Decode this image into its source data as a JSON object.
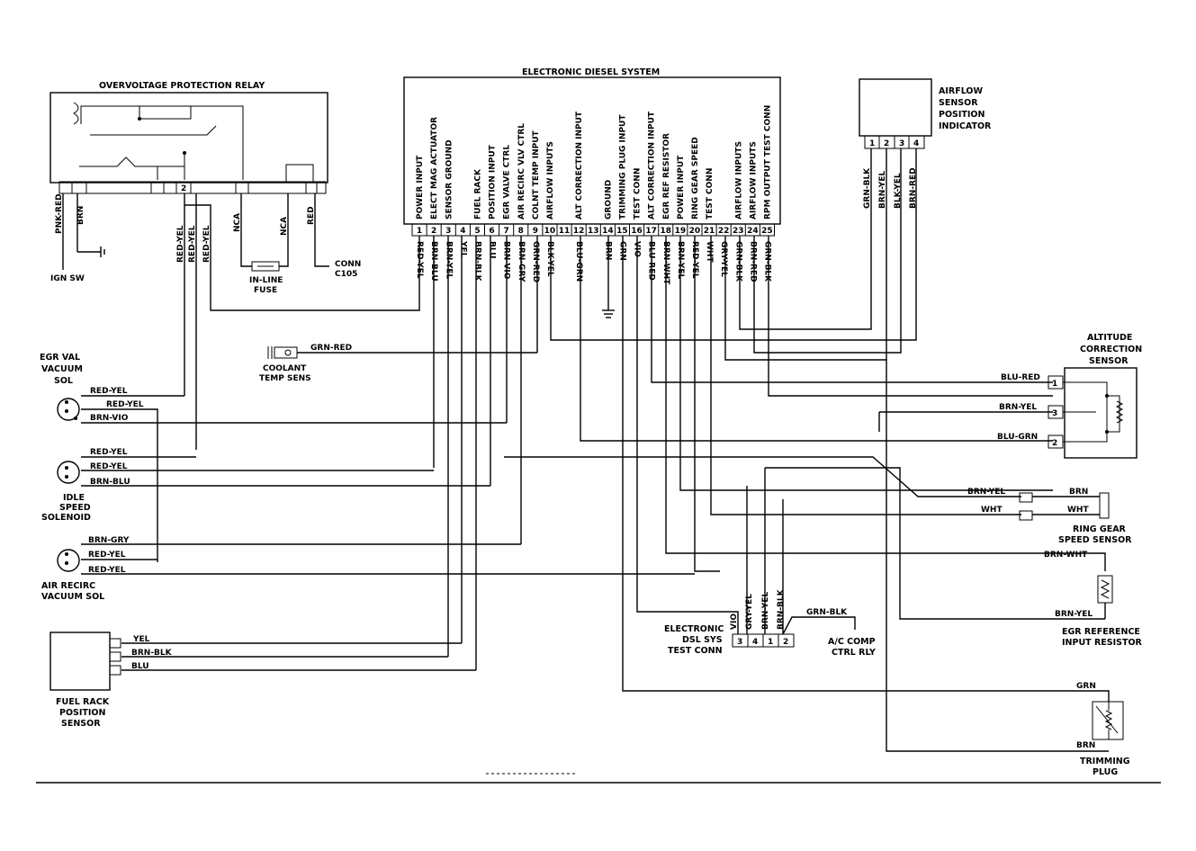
{
  "ovp": {
    "title": "OVERVOLTAGE PROTECTION RELAY",
    "pin2": "2",
    "wire_labels": [
      "PNK-RED",
      "BRN",
      "RED-YEL",
      "RED-YEL",
      "RED-YEL",
      "NCA",
      "NCA",
      "RED"
    ]
  },
  "ign": "IGN SW",
  "fuse": [
    "IN-LINE",
    "FUSE"
  ],
  "conn": [
    "CONN",
    "C105"
  ],
  "eds": {
    "title": "ELECTRONIC DIESEL SYSTEM",
    "functions": [
      "POWER INPUT",
      "ELECT MAG ACTUATOR",
      "SENSOR GROUND",
      "",
      "FUEL RACK",
      "POSITION INPUT",
      "EGR VALVE CTRL",
      "AIR RECIRC VLV CTRL",
      "COLNT TEMP INPUT",
      "AIRFLOW INPUTS",
      "",
      "ALT CORRECTION INPUT",
      "",
      "GROUND",
      "TRIMMING PLUG INPUT",
      "TEST CONN",
      "ALT CORRECTION INPUT",
      "EGR REF RESISTOR",
      "POWER INPUT",
      "RING GEAR SPEED",
      "TEST CONN",
      "",
      "AIRFLOW INPUTS",
      "AIRFLOW INPUTS",
      "RPM OUTPUT TEST CONN"
    ],
    "pins": [
      "1",
      "2",
      "3",
      "4",
      "5",
      "6",
      "7",
      "8",
      "9",
      "10",
      "11",
      "12",
      "13",
      "14",
      "15",
      "16",
      "17",
      "18",
      "19",
      "20",
      "21",
      "22",
      "23",
      "24",
      "25"
    ],
    "wires": [
      "RED-YEL",
      "BRN-BLU",
      "BRN-YEL",
      "YEL",
      "BRN-BLK",
      "BLU",
      "BRN-VIO",
      "BRN-GRY",
      "GRN-RED",
      "BLK-YEL",
      "",
      "BLU-GRN",
      "",
      "BRN",
      "GRN",
      "VIO",
      "BLU-RED",
      "BRN-WHT",
      "BRN-YEL",
      "RED-YEL",
      "WHT",
      "GRY-YEL",
      "GRN-BLK",
      "BRN-RED",
      "GRN-BLK"
    ]
  },
  "airflow": {
    "title": [
      "AIRFLOW",
      "SENSOR",
      "POSITION",
      "INDICATOR"
    ],
    "pins": [
      "1",
      "2",
      "3",
      "4"
    ],
    "wires": [
      "GRN-BLK",
      "BRN-YEL",
      "BLK-YEL",
      "BRN-RED"
    ]
  },
  "coolant": {
    "label": [
      "COOLANT",
      "TEMP SENS"
    ],
    "wire": "GRN-RED"
  },
  "egr": {
    "label": [
      "EGR VAL",
      "VACUUM",
      "SOL"
    ],
    "wires": [
      "RED-YEL",
      "RED-YEL",
      "BRN-VIO"
    ]
  },
  "idle": {
    "label": [
      "IDLE",
      "SPEED",
      "SOLENOID"
    ],
    "wires": [
      "RED-YEL",
      "RED-YEL",
      "BRN-BLU"
    ]
  },
  "recirc": {
    "label": [
      "AIR RECIRC",
      "VACUUM SOL"
    ],
    "wires": [
      "BRN-GRY",
      "RED-YEL",
      "RED-YEL"
    ]
  },
  "rack": {
    "label": [
      "FUEL RACK",
      "POSITION",
      "SENSOR"
    ],
    "wires": [
      "YEL",
      "BRN-BLK",
      "BLU"
    ]
  },
  "altitude": {
    "title": [
      "ALTITUDE",
      "CORRECTION",
      "SENSOR"
    ],
    "pins": [
      "1",
      "3",
      "2"
    ],
    "wires": [
      "BLU-RED",
      "BRN-YEL",
      "BLU-GRN"
    ]
  },
  "ring": {
    "title": [
      "RING GEAR",
      "SPEED SENSOR"
    ],
    "wires_left": [
      "BRN-YEL",
      "WHT"
    ],
    "wires_right": [
      "BRN",
      "WHT"
    ]
  },
  "egrref": {
    "title": [
      "EGR REFERENCE",
      "INPUT RESISTOR"
    ],
    "wires": [
      "BRN-WHT",
      "BRN-YEL"
    ]
  },
  "testconn": {
    "title": [
      "ELECTRONIC",
      "DSL SYS",
      "TEST CONN"
    ],
    "pins": [
      "3",
      "4",
      "1",
      "2"
    ],
    "wires": [
      "VIO",
      "GRY-YEL",
      "BRN-YEL",
      "BRN-BLK"
    ],
    "extra_wire": "GRN-BLK"
  },
  "ac": {
    "label": [
      "A/C COMP",
      "CTRL RLY"
    ]
  },
  "trim": {
    "title": [
      "TRIMMING",
      "PLUG"
    ],
    "wires": [
      "GRN",
      "BRN"
    ]
  }
}
